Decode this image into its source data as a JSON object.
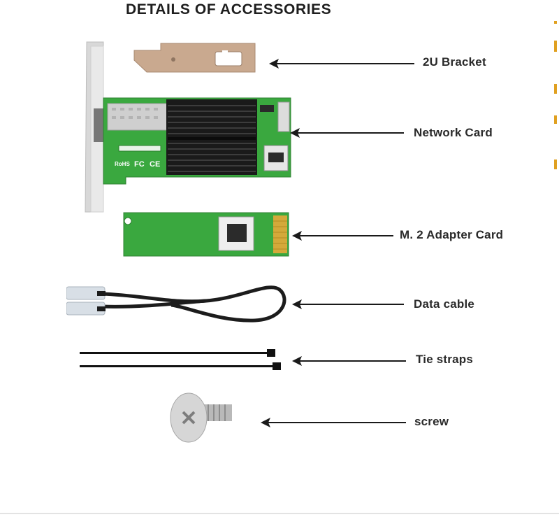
{
  "title": "DETAILS OF ACCESSORIES",
  "accessories": [
    {
      "id": "bracket",
      "label": "2U Bracket"
    },
    {
      "id": "network-card",
      "label": "Network Card"
    },
    {
      "id": "m2-adapter",
      "label": "M. 2 Adapter Card"
    },
    {
      "id": "data-cable",
      "label": "Data cable"
    },
    {
      "id": "tie-straps",
      "label": "Tie straps"
    },
    {
      "id": "screw",
      "label": "screw"
    }
  ],
  "card_markings": {
    "rohs": "RoHS",
    "fc": "FC",
    "ce": "CE"
  },
  "colors": {
    "pcb": "#3aa83f",
    "heatsink": "#1a1a1a",
    "bracket": "#c9a98f",
    "label_text": "#2a2a2a",
    "accent_strip": "#e0a020"
  }
}
